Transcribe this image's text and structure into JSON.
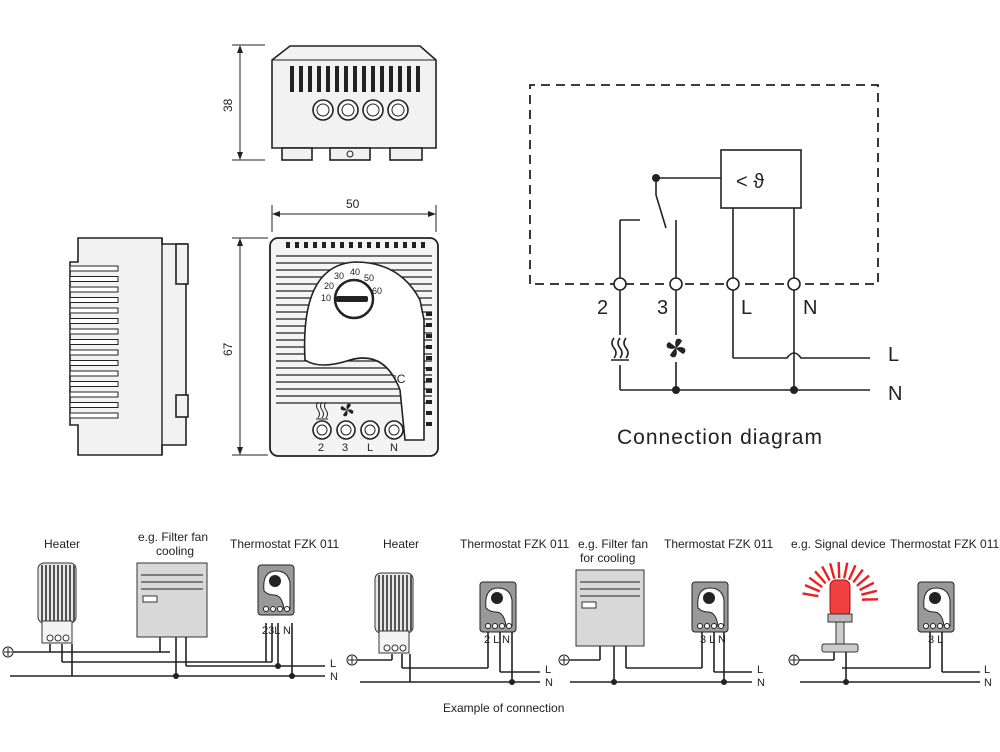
{
  "dimensions": {
    "height_front": "38",
    "width": "50",
    "height_side": "67"
  },
  "device": {
    "scale_marks": [
      "10",
      "20",
      "30",
      "40",
      "50",
      "60"
    ],
    "unit": "°C",
    "terminals": [
      "2",
      "3",
      "L",
      "N"
    ],
    "heater_symbol": "heater-icon",
    "fan_symbol": "fan-icon"
  },
  "connection_diagram": {
    "title": "Connection diagram",
    "sensor_symbol": "< ϑ",
    "terminals": [
      "2",
      "3",
      "L",
      "N"
    ],
    "supply": [
      "L",
      "N"
    ]
  },
  "examples": {
    "caption": "Example of connection",
    "ex1": {
      "heater": "Heater",
      "fan": "e.g. Filter fan",
      "fan2": "cooling",
      "thermostat": "Thermostat FZK 011",
      "terminals": "23L  N",
      "L": "L",
      "N": "N"
    },
    "ex2": {
      "heater": "Heater",
      "thermostat": "Thermostat  FZK 011",
      "terminals": "2  L N",
      "L": "L",
      "N": "N"
    },
    "ex3": {
      "fan": "e.g. Filter fan",
      "fan2": "for cooling",
      "thermostat": "Thermostat FZK 011",
      "terminals": "3  L N",
      "L": "L",
      "N": "N"
    },
    "ex4": {
      "signal": "e.g. Signal device",
      "thermostat": "Thermostat FZK 011",
      "terminals": "3  L",
      "L": "L",
      "N": "N"
    }
  }
}
